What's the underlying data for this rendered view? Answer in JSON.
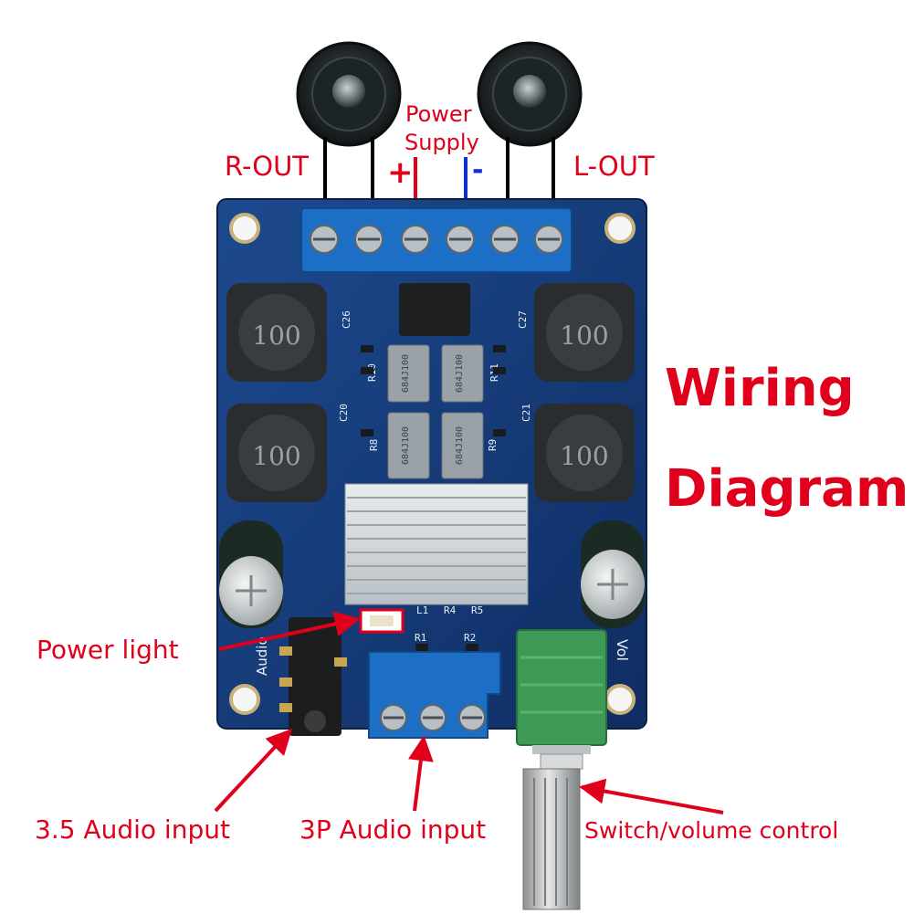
{
  "labels": {
    "r_out": "R-OUT",
    "l_out": "L-OUT",
    "power_supply_line1": "Power",
    "power_supply_line2": "Supply",
    "plus": "+",
    "minus": "-",
    "title_line1": "Wiring",
    "title_line2": "Diagram",
    "power_light": "Power light",
    "audio_35": "3.5 Audio input",
    "audio_3p": "3P Audio input",
    "switch_volume": "Switch/volume control"
  },
  "board_text": {
    "inductor": "100",
    "cap_c26": "C26",
    "cap_c27": "C27",
    "cap_c20": "C20",
    "cap_c21": "C21",
    "res_r10": "R10",
    "res_r11": "R11",
    "res_r8": "R8",
    "res_r9": "R9",
    "film_cap": "684J100",
    "res_r1": "R1",
    "res_r2": "R2",
    "res_r4": "R4",
    "res_r5": "R5",
    "res_l1": "L1",
    "audio_silk": "Audio",
    "vol_silk": "Vol"
  },
  "colors": {
    "label_red": "#e0001b",
    "positive_wire": "#e0001b",
    "negative_wire": "#1030d0",
    "pcb_blue": "#163a78",
    "terminal_blue": "#1c6fc4",
    "potentiometer_green": "#3d9a55"
  }
}
